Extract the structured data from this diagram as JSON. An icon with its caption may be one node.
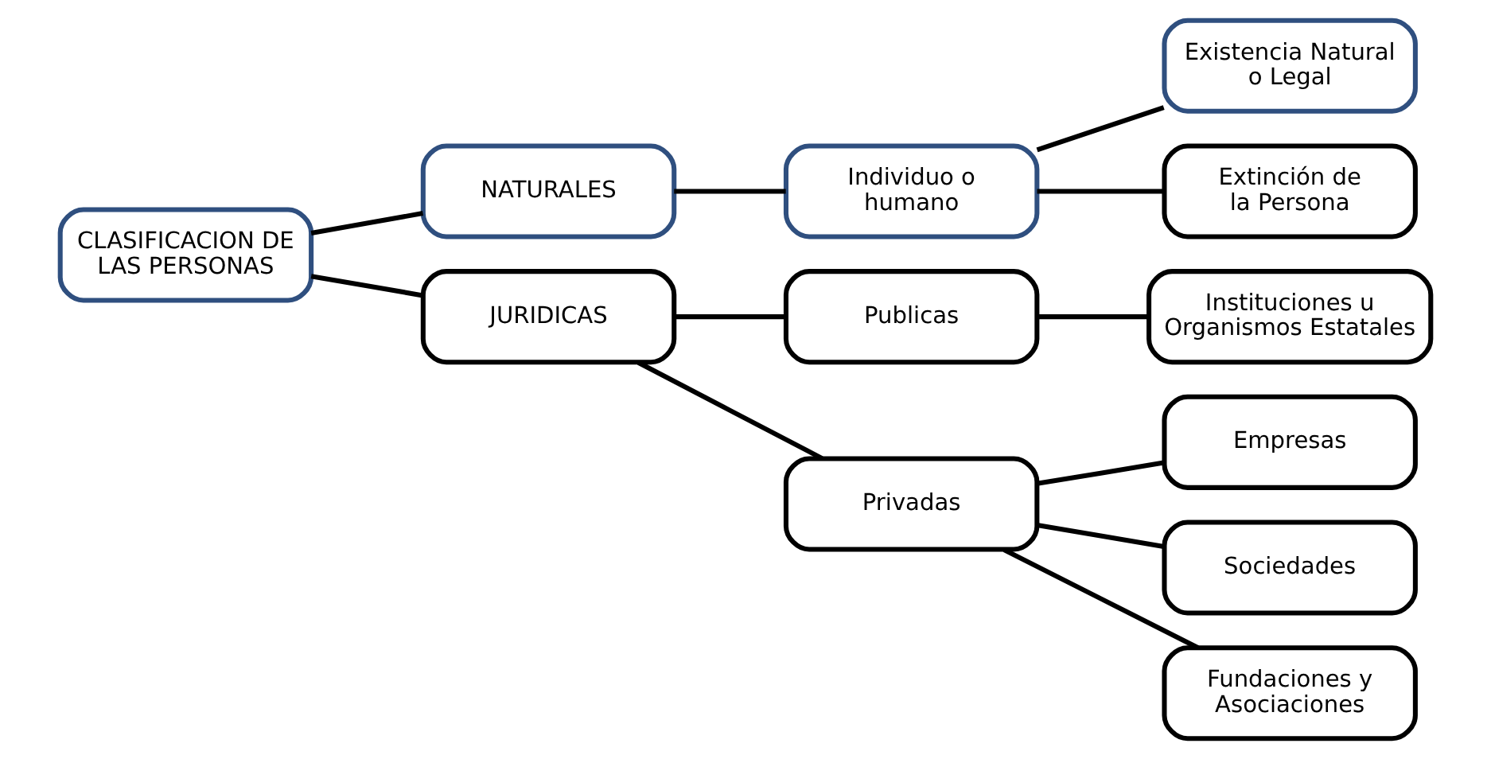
{
  "diagram": {
    "nodes": [
      {
        "text": [
          "CLASIFICACION DE LAS PERSONAS"
        ]
      },
      {
        "text": [
          "NATURALES"
        ]
      },
      {
        "text": [
          "JURIDICAS"
        ]
      },
      {
        "text": [
          "Individuo o humano"
        ]
      },
      {
        "text": [
          "Existencia Natural o Legal"
        ]
      },
      {
        "text": [
          "Extinción de la Persona"
        ]
      },
      {
        "text": [
          "Publicas"
        ]
      },
      {
        "text": [
          "Instituciones u Organismos Estatales"
        ]
      },
      {
        "text": [
          "Privadas"
        ]
      },
      {
        "text": [
          "Empresas"
        ]
      },
      {
        "text": [
          "Sociedades"
        ]
      },
      {
        "text": [
          "Fundaciones y Asociaciones"
        ]
      }
    ],
    "edges": [
      {
        "from": 0,
        "to": 1,
        "arrow": "none"
      },
      {
        "from": 0,
        "to": 2,
        "arrow": "none"
      },
      {
        "from": 1,
        "to": 3,
        "arrow": "none"
      },
      {
        "from": 3,
        "to": 4,
        "arrow": "none"
      },
      {
        "from": 3,
        "to": 5,
        "arrow": "none"
      },
      {
        "from": 2,
        "to": 6,
        "arrow": "none"
      },
      {
        "from": 2,
        "to": 8,
        "arrow": "none"
      },
      {
        "from": 6,
        "to": 7,
        "arrow": "none"
      },
      {
        "from": 8,
        "to": 9,
        "arrow": "none"
      },
      {
        "from": 8,
        "to": 10,
        "arrow": "none"
      },
      {
        "from": 8,
        "to": 11,
        "arrow": "none"
      }
    ]
  }
}
